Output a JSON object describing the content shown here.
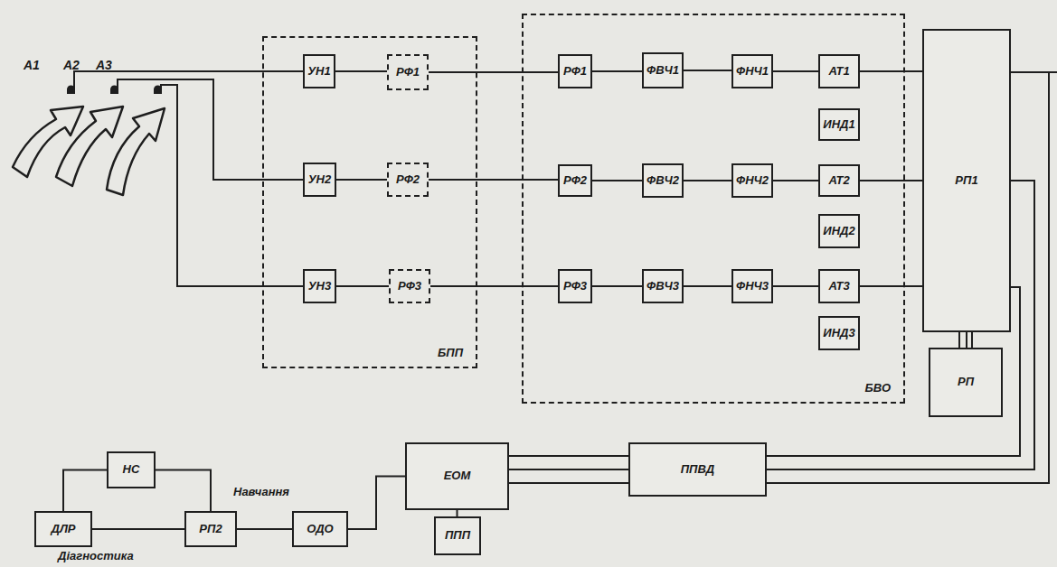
{
  "diagram": {
    "nodes": [
      {
        "text": [
          "БПП"
        ]
      },
      {
        "text": [
          "УН1"
        ],
        "in": 0
      },
      {
        "text": [
          "РФ1"
        ],
        "in": 0
      },
      {
        "text": [
          "УН2"
        ],
        "in": 0
      },
      {
        "text": [
          "РФ2"
        ],
        "in": 0
      },
      {
        "text": [
          "УН3"
        ],
        "in": 0
      },
      {
        "text": [
          "РФ3"
        ],
        "in": 0
      },
      {
        "text": [
          "БВО"
        ]
      },
      {
        "text": [
          "РФ1"
        ],
        "in": 7
      },
      {
        "text": [
          "ФВЧ1"
        ],
        "in": 7
      },
      {
        "text": [
          "ФНЧ1"
        ],
        "in": 7
      },
      {
        "text": [
          "АТ1"
        ],
        "in": 7
      },
      {
        "text": [
          "ИНД1"
        ],
        "in": 7
      },
      {
        "text": [
          "РФ2"
        ],
        "in": 7
      },
      {
        "text": [
          "ФВЧ2"
        ],
        "in": 7
      },
      {
        "text": [
          "ФНЧ2"
        ],
        "in": 7
      },
      {
        "text": [
          "АТ2"
        ],
        "in": 7
      },
      {
        "text": [
          "ИНД2"
        ],
        "in": 7
      },
      {
        "text": [
          "РФ3"
        ],
        "in": 7
      },
      {
        "text": [
          "ФВЧ3"
        ],
        "in": 7
      },
      {
        "text": [
          "ФНЧ3"
        ],
        "in": 7
      },
      {
        "text": [
          "АТ3"
        ],
        "in": 7
      },
      {
        "text": [
          "ИНД3"
        ],
        "in": 7
      },
      {
        "text": [
          "РП1"
        ]
      },
      {
        "text": [
          "РП"
        ]
      },
      {
        "text": [
          "НС"
        ]
      },
      {
        "text": [
          "ДЛР"
        ]
      },
      {
        "text": [
          "РП2"
        ]
      },
      {
        "text": [
          "ОДО"
        ]
      },
      {
        "text": [
          "ЕОМ"
        ]
      },
      {
        "text": [
          "ППП"
        ]
      },
      {
        "text": [
          "ППВД"
        ]
      }
    ],
    "edges": [
      {
        "from": 1,
        "to": 2,
        "arrow": "none"
      },
      {
        "from": 2,
        "to": 8,
        "arrow": "none"
      },
      {
        "from": 8,
        "to": 9,
        "arrow": "none"
      },
      {
        "from": 9,
        "to": 10,
        "arrow": "none"
      },
      {
        "from": 10,
        "to": 11,
        "arrow": "none"
      },
      {
        "from": 11,
        "to": 23,
        "arrow": "none"
      },
      {
        "from": 3,
        "to": 4,
        "arrow": "none"
      },
      {
        "from": 4,
        "to": 13,
        "arrow": "none"
      },
      {
        "from": 13,
        "to": 14,
        "arrow": "none"
      },
      {
        "from": 14,
        "to": 15,
        "arrow": "none"
      },
      {
        "from": 15,
        "to": 16,
        "arrow": "none"
      },
      {
        "from": 16,
        "to": 23,
        "arrow": "none"
      },
      {
        "from": 5,
        "to": 6,
        "arrow": "none"
      },
      {
        "from": 6,
        "to": 18,
        "arrow": "none"
      },
      {
        "from": 18,
        "to": 19,
        "arrow": "none"
      },
      {
        "from": 19,
        "to": 20,
        "arrow": "none"
      },
      {
        "from": 20,
        "to": 21,
        "arrow": "none"
      },
      {
        "from": 21,
        "to": 23,
        "arrow": "none"
      },
      {
        "from": 23,
        "to": 24,
        "arrow": "none"
      },
      {
        "from": 23,
        "to": 31,
        "arrow": "none"
      },
      {
        "from": 31,
        "to": 29,
        "arrow": "none"
      },
      {
        "from": 29,
        "to": 30,
        "arrow": "none"
      },
      {
        "from": 28,
        "to": 29,
        "arrow": "none"
      },
      {
        "from": 27,
        "to": 28,
        "arrow": "none"
      },
      {
        "from": 26,
        "to": 27,
        "arrow": "none"
      },
      {
        "from": 26,
        "to": 25,
        "arrow": "none"
      },
      {
        "from": 25,
        "to": 27,
        "arrow": "none"
      }
    ],
    "labels": [
      "A1",
      "A2",
      "A3",
      "Навчання",
      "Діагностика"
    ]
  }
}
